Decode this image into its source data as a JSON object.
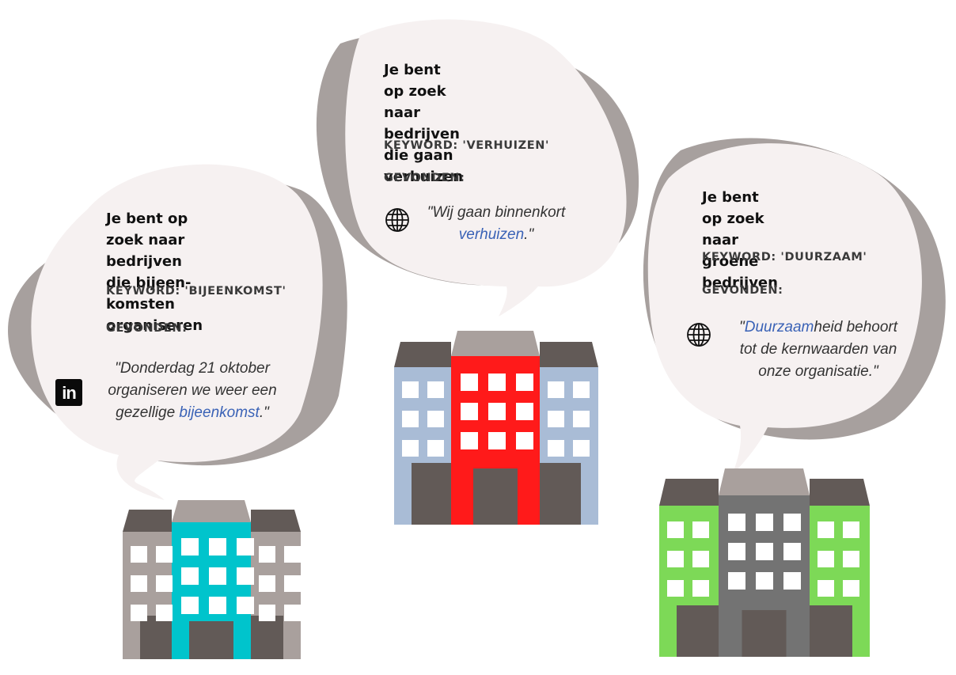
{
  "cards": [
    {
      "title_lines": [
        "Je bent op zoek naar",
        "bedrijven die bijeen-",
        "komsten organiseren"
      ],
      "keyword": "KEYWORD: 'BIJEENKOMST'",
      "found": "GEVONDEN:",
      "quote_lines": [
        {
          "before": "\"Donderdag 21 oktober",
          "highlight": "",
          "after": ""
        },
        {
          "before": "organiseren we weer een",
          "highlight": "",
          "after": ""
        },
        {
          "before": "gezellige ",
          "highlight": "bijeenkomst",
          "after": ".\""
        }
      ],
      "source_icon": "linkedin-icon",
      "source_label": "in",
      "building_color": "#00c4cc"
    },
    {
      "title_lines": [
        "Je bent op zoek naar",
        "bedrijven die gaan",
        "verhuizen"
      ],
      "keyword": "KEYWORD: 'VERHUIZEN'",
      "found": "GEVONDEN:",
      "quote_lines": [
        {
          "before": "\"Wij gaan binnenkort",
          "highlight": "",
          "after": ""
        },
        {
          "before": "",
          "highlight": "verhuizen",
          "after": ".\""
        }
      ],
      "source_icon": "globe-icon",
      "building_color": "#ff1a1a"
    },
    {
      "title_lines": [
        "Je bent op zoek naar",
        "groene bedrijven"
      ],
      "keyword": "KEYWORD: 'DUURZAAM'",
      "found": "GEVONDEN:",
      "quote_lines": [
        {
          "before": "\"",
          "highlight": "Duurzaam",
          "after": "heid behoort"
        },
        {
          "before": "tot de kernwaarden van",
          "highlight": "",
          "after": ""
        },
        {
          "before": "onze organisatie.\"",
          "highlight": "",
          "after": ""
        }
      ],
      "source_icon": "globe-icon",
      "building_color": "#7dd957"
    }
  ],
  "colors": {
    "bubble_fill": "#f6f1f1",
    "bubble_shadow": "#a7a09e",
    "keyword_highlight": "#3a62b6",
    "building_side": "#a9a09d",
    "building_roof": "#625a57",
    "building_door": "#625a57",
    "window": "#ffffff"
  }
}
